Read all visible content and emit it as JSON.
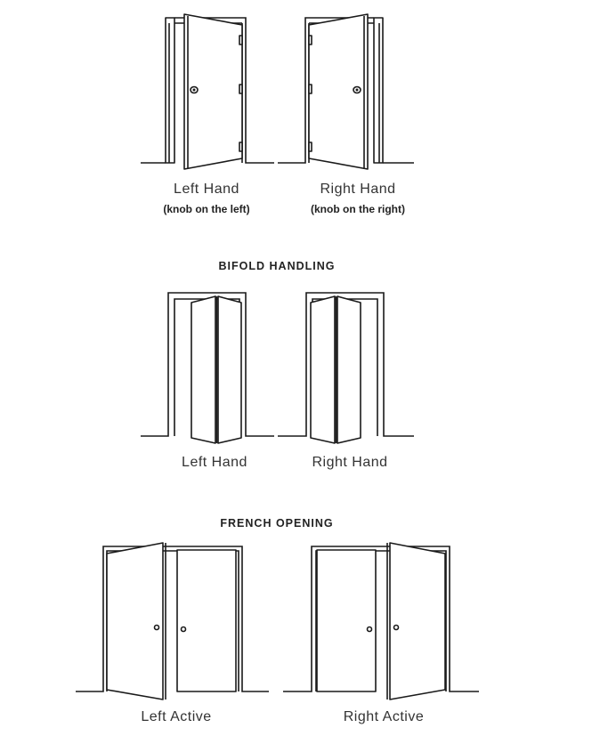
{
  "swing": {
    "left": {
      "label": "Left Hand",
      "note": "(knob on the left)"
    },
    "right": {
      "label": "Right Hand",
      "note": "(knob on the right)"
    }
  },
  "bifold": {
    "heading": "BIFOLD HANDLING",
    "left": {
      "label": "Left Hand"
    },
    "right": {
      "label": "Right Hand"
    }
  },
  "french": {
    "heading": "FRENCH OPENING",
    "left": {
      "label": "Left Active"
    },
    "right": {
      "label": "Right Active"
    }
  }
}
